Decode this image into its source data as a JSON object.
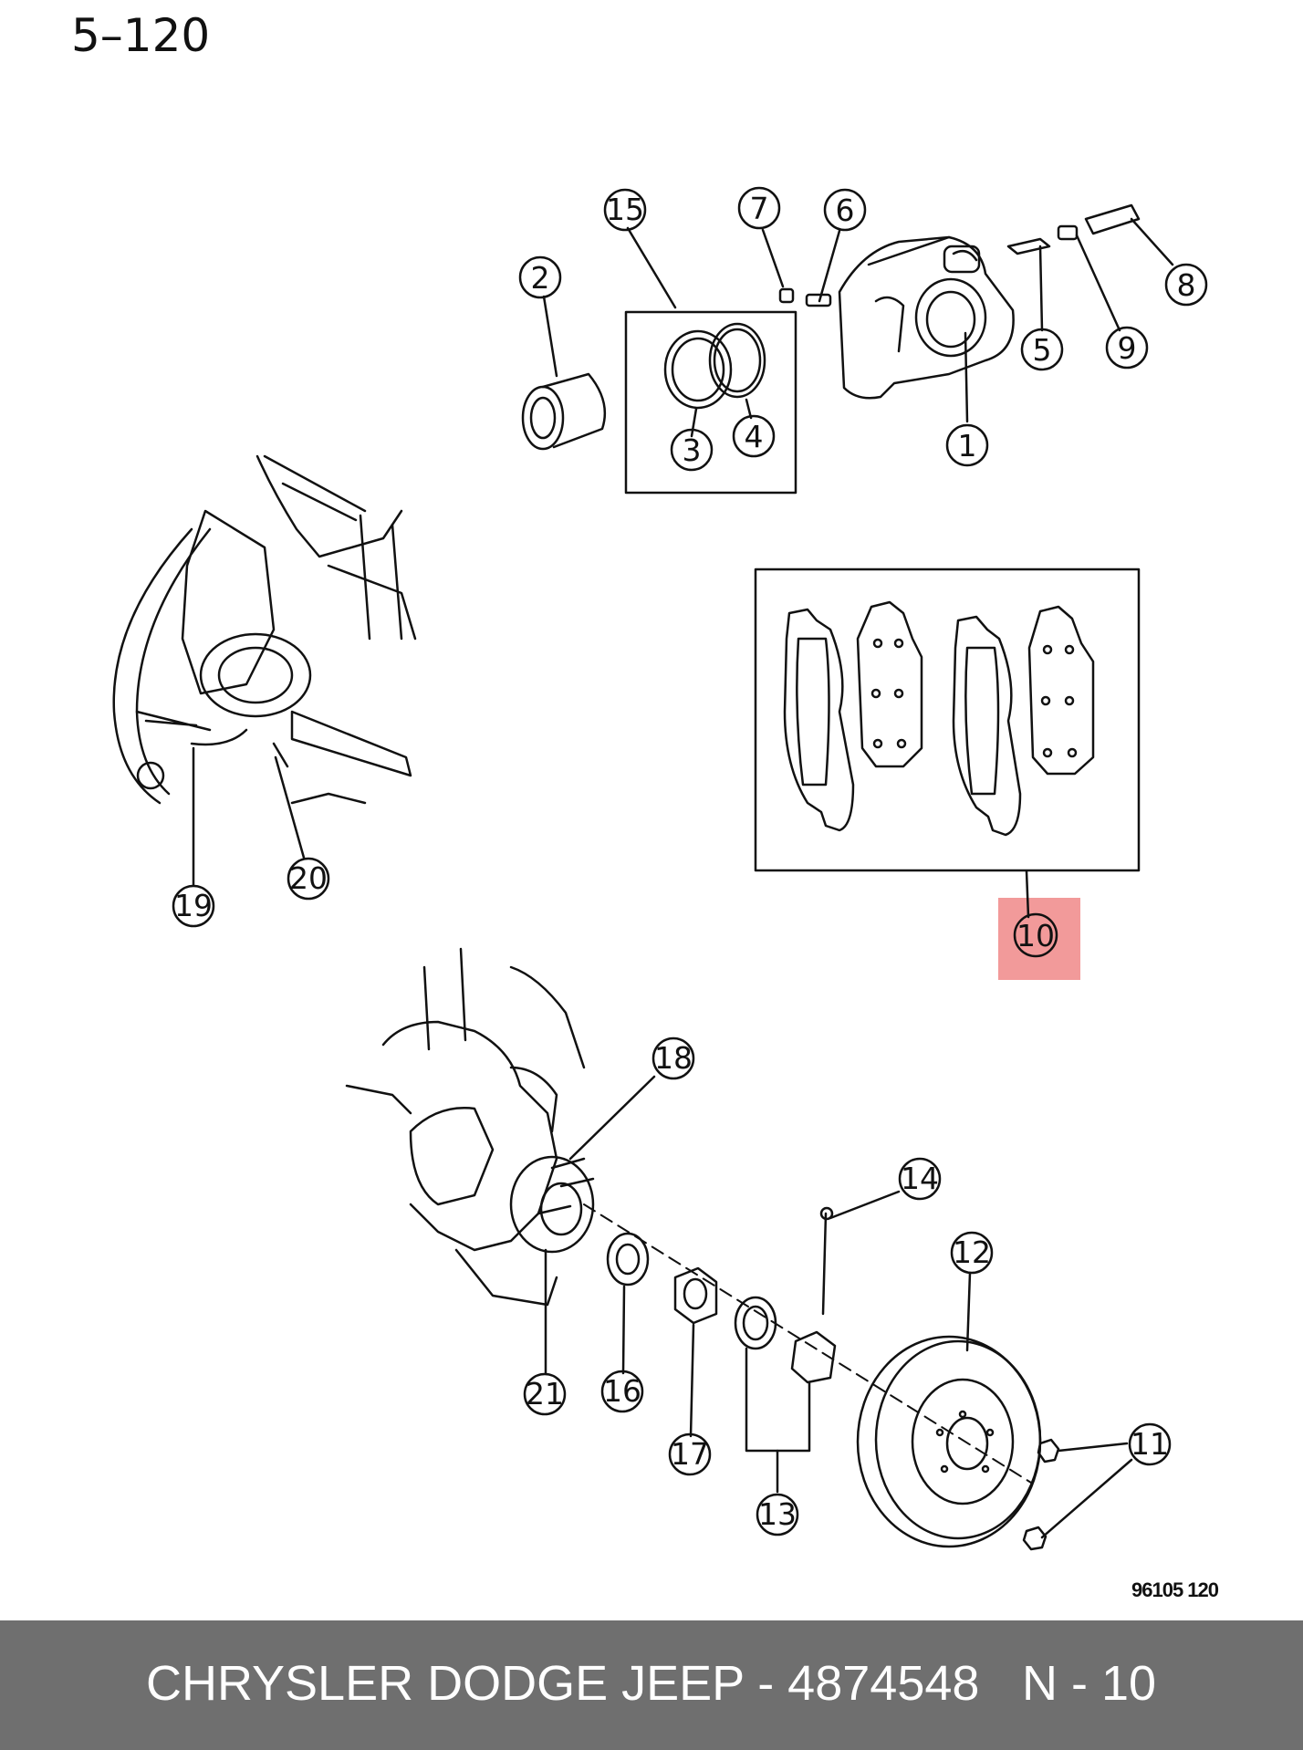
{
  "page_number": "5–120",
  "figure_code": "96105  120",
  "footer": {
    "part_text": "CHRYSLER DODGE JEEP - 4874548",
    "ref_text": "N - 10"
  },
  "highlight_color": "#f29a9a",
  "callouts": [
    {
      "id": "1",
      "label": "1"
    },
    {
      "id": "2",
      "label": "2"
    },
    {
      "id": "3",
      "label": "3"
    },
    {
      "id": "4",
      "label": "4"
    },
    {
      "id": "5",
      "label": "5"
    },
    {
      "id": "6",
      "label": "6"
    },
    {
      "id": "7",
      "label": "7"
    },
    {
      "id": "8",
      "label": "8"
    },
    {
      "id": "9",
      "label": "9"
    },
    {
      "id": "10",
      "label": "10",
      "highlighted": true
    },
    {
      "id": "11",
      "label": "11"
    },
    {
      "id": "12",
      "label": "12"
    },
    {
      "id": "13",
      "label": "13"
    },
    {
      "id": "14",
      "label": "14"
    },
    {
      "id": "15",
      "label": "15"
    },
    {
      "id": "16",
      "label": "16"
    },
    {
      "id": "17",
      "label": "17"
    },
    {
      "id": "18",
      "label": "18"
    },
    {
      "id": "19",
      "label": "19"
    },
    {
      "id": "20",
      "label": "20"
    },
    {
      "id": "21",
      "label": "21"
    }
  ]
}
